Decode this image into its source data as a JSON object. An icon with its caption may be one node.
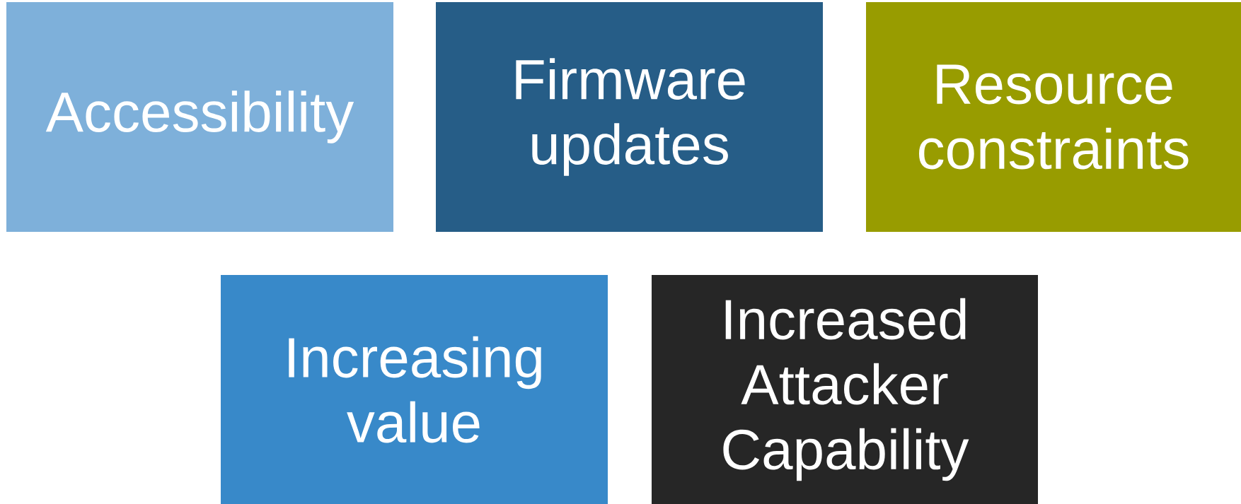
{
  "diagram": {
    "nodes": [
      {
        "text": [
          "Accessibility"
        ]
      },
      {
        "text": [
          "Firmware updates"
        ]
      },
      {
        "text": [
          "Resource constraints"
        ]
      },
      {
        "text": [
          "Increasing value"
        ]
      },
      {
        "text": [
          "Increased Attacker Capability"
        ]
      }
    ]
  }
}
